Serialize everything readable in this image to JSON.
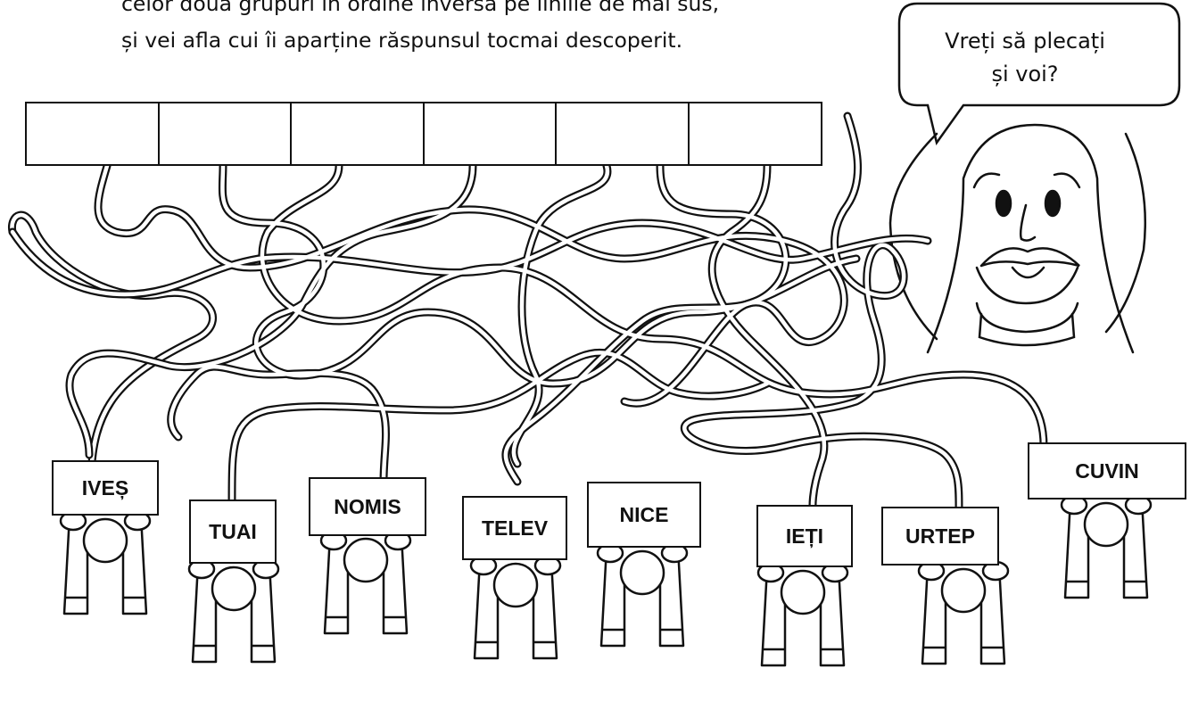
{
  "instructions": {
    "line1": "celor două grupuri în ordine inversă pe liniile de mai sus,",
    "line2": "și vei afla cui îi aparține răspunsul tocmai descoperit."
  },
  "speech_bubble": {
    "line1": "Vreți să plecați",
    "line2": "și voi?"
  },
  "answer_boxes": [
    "",
    "",
    "",
    "",
    "",
    ""
  ],
  "signs": [
    "IVEȘ",
    "TUAI",
    "NOMIS",
    "TELEV",
    "NICE",
    "IEȚI",
    "URTEP",
    "CUVIN"
  ]
}
